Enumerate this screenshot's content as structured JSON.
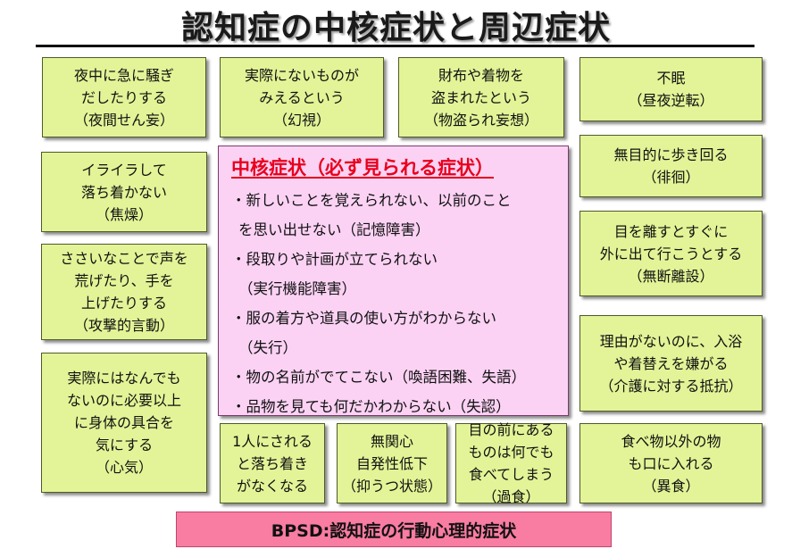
{
  "title": "認知症の中核症状と周辺症状",
  "boxes": {
    "night_delirium": [
      "夜中に急に騒ぎ",
      "だしたりする",
      "（夜間せん妄）"
    ],
    "hallucination": [
      "実際にないものが",
      "みえるという",
      "（幻視）"
    ],
    "theft": [
      "財布や着物を",
      "盗まれたという",
      "（物盗られ妄想）"
    ],
    "insomnia": [
      "不眠",
      "（昼夜逆転）"
    ],
    "irritation": [
      "イライラして",
      "落ち着かない",
      "（焦燥）"
    ],
    "wandering": [
      "無目的に歩き回る",
      "（徘徊）"
    ],
    "aggression": [
      "ささいなことで声を",
      "荒げたり、手を",
      "上げたりする",
      "（攻撃的言動）"
    ],
    "unauthorized_leave": [
      "目を離すとすぐに",
      "外に出て行こうとする",
      "（無断離設）"
    ],
    "hypochondria": [
      "実際にはなんでも",
      "ないのに必要以上",
      "に身体の具合を",
      "気にする",
      "（心気）"
    ],
    "care_resistance": [
      "理由がないのに、入浴",
      "や着替えを嫌がる",
      "（介護に対する抵抗）"
    ],
    "loneliness": [
      "1人にされる",
      "と落ち着き",
      "がなくなる"
    ],
    "depression": [
      "無関心",
      "自発性低下",
      "（抑うつ状態）"
    ],
    "overeating": [
      "目の前にある",
      "ものは何でも",
      "食べてしまう",
      "（過食）"
    ],
    "pica": [
      "食べ物以外の物",
      "も口に入れる",
      "（異食）"
    ]
  },
  "core": {
    "title": "中核症状（必ず見られる症状）",
    "lines": [
      "・新しいことを覚えられない、以前のこと",
      "を思い出せない（記憶障害）",
      "・段取りや計画が立てられない",
      "（実行機能障害）",
      "・服の着方や道具の使い方がわからない",
      "（失行）",
      "・物の名前がでてこない（喚語困難、失語）",
      "・品物を見ても何だかわからない（失認）"
    ]
  },
  "footer": "BPSD:認知症の行動心理的症状",
  "colors": {
    "peripheral_box": "#e2f497",
    "core_box": "#fbd2f4",
    "core_title": "#e8001c",
    "footer_band": "#f97ca2"
  }
}
